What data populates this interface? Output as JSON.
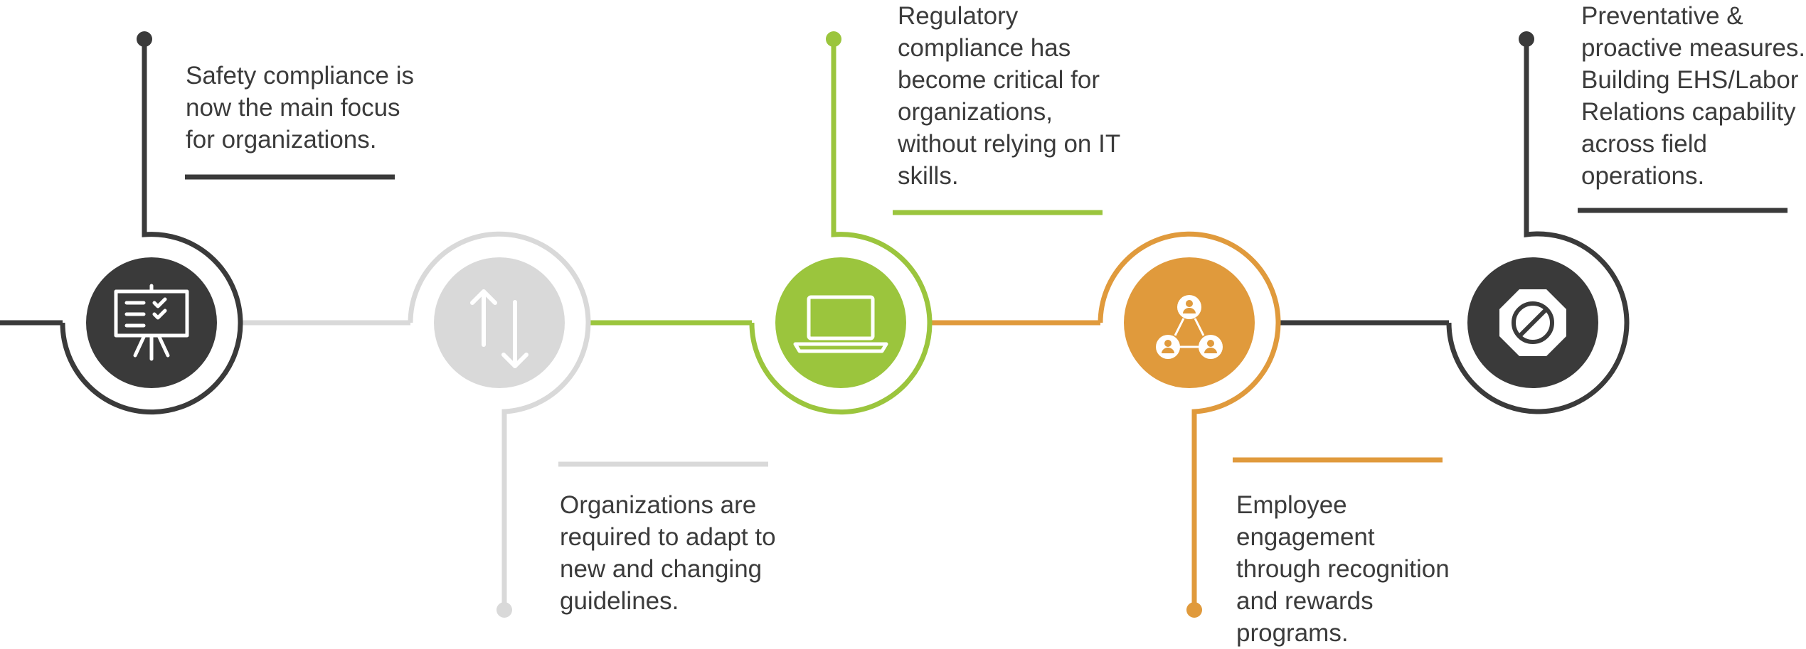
{
  "colors": {
    "dark": "#3a3a3a",
    "light": "#d9d9d9",
    "green": "#9bc53d",
    "orange": "#e09a3c",
    "text": "#3b3b3b"
  },
  "steps": [
    {
      "icon": "presentation-board-icon",
      "color": "#3a3a3a",
      "caption_lines": [
        "Safety compliance is",
        "now the main focus",
        "for organizations."
      ]
    },
    {
      "icon": "up-down-arrows-icon",
      "color": "#d9d9d9",
      "caption_lines": [
        "Organizations are",
        "required to adapt to",
        "new and changing",
        "guidelines."
      ]
    },
    {
      "icon": "laptop-icon",
      "color": "#9bc53d",
      "caption_lines": [
        "Regulatory",
        "compliance has",
        "become critical for",
        "organizations,",
        "without relying on IT",
        "skills."
      ]
    },
    {
      "icon": "people-network-icon",
      "color": "#e09a3c",
      "caption_lines": [
        "Employee",
        "engagement",
        "through recognition",
        "and rewards",
        "programs."
      ]
    },
    {
      "icon": "stop-sign-icon",
      "color": "#3a3a3a",
      "caption_lines": [
        "Preventative &",
        "proactive measures.",
        "Building EHS/Labor",
        "Relations capability",
        "across field",
        "operations."
      ]
    }
  ]
}
